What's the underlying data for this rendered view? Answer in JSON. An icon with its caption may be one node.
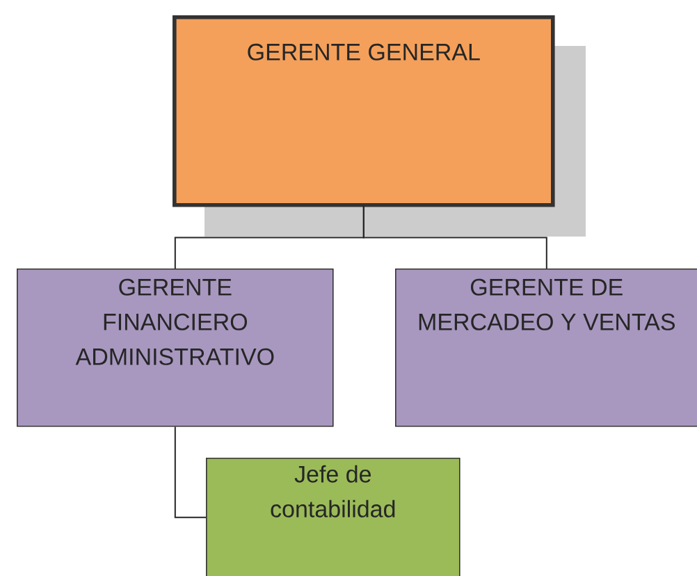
{
  "diagram": {
    "nodes": [
      {
        "text": [
          "GERENTE GENERAL"
        ]
      },
      {
        "text": [
          "GERENTE FINANCIERO ADMINISTRATIVO"
        ]
      },
      {
        "text": [
          "GERENTE DE MERCADEO Y VENTAS"
        ]
      },
      {
        "text": [
          "Jefe de contabilidad"
        ]
      }
    ],
    "edges": [
      {
        "from": 0,
        "to": 1,
        "arrow": "none"
      },
      {
        "from": 0,
        "to": 2,
        "arrow": "none"
      },
      {
        "from": 1,
        "to": 3,
        "arrow": "none"
      }
    ]
  }
}
